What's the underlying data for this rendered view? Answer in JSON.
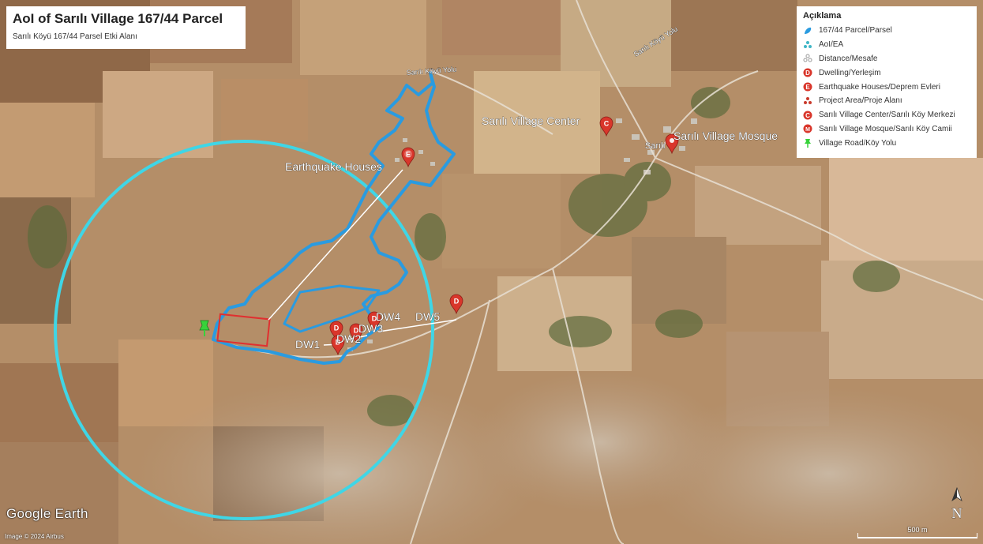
{
  "title": "AoI of Sarılı Village 167/44 Parcel",
  "subtitle": "Sarılı Köyü 167/44 Parsel Etki Alanı",
  "legend": {
    "title": "Açıklama",
    "items": [
      {
        "label": "167/44 Parcel/Parsel",
        "icon": "parcel-icon"
      },
      {
        "label": "AoI/EA",
        "icon": "aoi-icon"
      },
      {
        "label": "Distance/Mesafe",
        "icon": "distance-icon"
      },
      {
        "label": "Dwelling/Yerleşim",
        "icon": "dwelling-marker-icon",
        "letter": "D"
      },
      {
        "label": "Earthquake Houses/Deprem Evleri",
        "icon": "earthquake-marker-icon",
        "letter": "E"
      },
      {
        "label": "Project Area/Proje Alanı",
        "icon": "project-area-icon"
      },
      {
        "label": "Sarılı Village Center/Sarılı Köy Merkezi",
        "icon": "village-center-marker-icon",
        "letter": "C"
      },
      {
        "label": "Sarılı Village Mosque/Sarılı Köy Camii",
        "icon": "mosque-marker-icon",
        "letter": "M"
      },
      {
        "label": "Village Road/Köy Yolu",
        "icon": "road-pin-icon"
      }
    ]
  },
  "map_labels": {
    "village_center": "Sarılı Village Center",
    "mosque": "Sarılı Village Mosque",
    "earthquake_houses": "Earthquake Houses",
    "road": "Sarılı Köyü Yolu",
    "road_2": "Sarılı Köyü Yolu",
    "sarili": "Sarılı",
    "dw1": "DW1",
    "dw2": "DW2",
    "dw3": "DW3",
    "dw4": "DW4",
    "dw5": "DW5"
  },
  "markers": {
    "dwelling": "D",
    "earthquake": "E",
    "center": "C"
  },
  "branding": "Google Earth",
  "credit": "Image © 2024 Airbus",
  "scale_label": "500 m",
  "north_label": "N",
  "colors": {
    "parcel": "#2a9be0",
    "aoi": "#3fd6e6",
    "project_area": "#e03030",
    "marker": "#d9362b",
    "road_pin": "#37d23a"
  }
}
